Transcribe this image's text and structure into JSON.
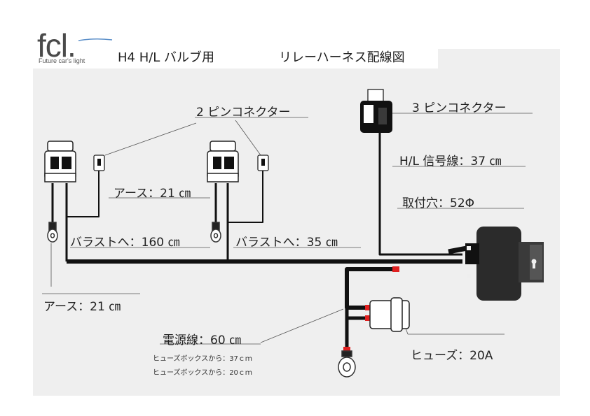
{
  "logo": {
    "text": "fcl.",
    "subtitle": "Future car's light"
  },
  "title": {
    "left": "H4 H/L バルブ用",
    "right": "リレーハーネス配線図"
  },
  "labels": {
    "connector_2pin": "2 ピンコネクター",
    "connector_3pin": "3 ピンコネクター",
    "hl_signal": "H/L 信号線：37 ㎝",
    "mount_hole": "取付穴：52Φ",
    "earth_mid": "アース：21 ㎝",
    "ballast_160": "バラストへ：160 ㎝",
    "ballast_35": "バラストへ：35 ㎝",
    "earth_left": "アース：21 ㎝",
    "power": "電源線：60 ㎝",
    "fuse_box_37": "ヒューズボックスから：37ｃｍ",
    "fuse_box_20": "ヒューズボックスから：20ｃｍ",
    "fuse": "ヒューズ：20A"
  },
  "colors": {
    "wire": "#111111",
    "terminal": "#e02020",
    "relay": "#2b2b2b",
    "panel": "#efefef"
  }
}
